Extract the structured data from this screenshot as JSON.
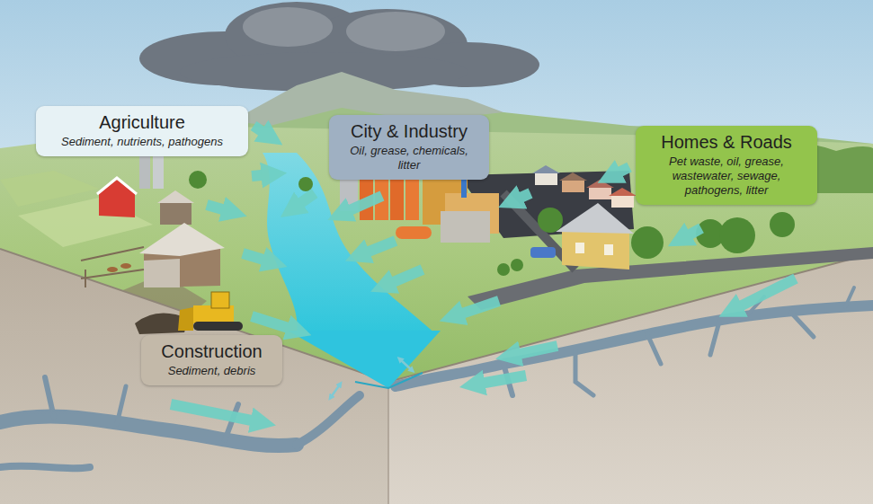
{
  "diagram": {
    "nodes": [
      {
        "text": [
          "Agriculture",
          "Sediment, nutrients, pathogens"
        ]
      },
      {
        "text": [
          "City & Industry",
          "Oil, grease, chemicals, litter"
        ]
      },
      {
        "text": [
          "Homes & Roads",
          "Pet waste, oil, grease, wastewater, sewage, pathogens, litter"
        ]
      },
      {
        "text": [
          "Construction",
          "Sediment, debris"
        ]
      }
    ]
  }
}
